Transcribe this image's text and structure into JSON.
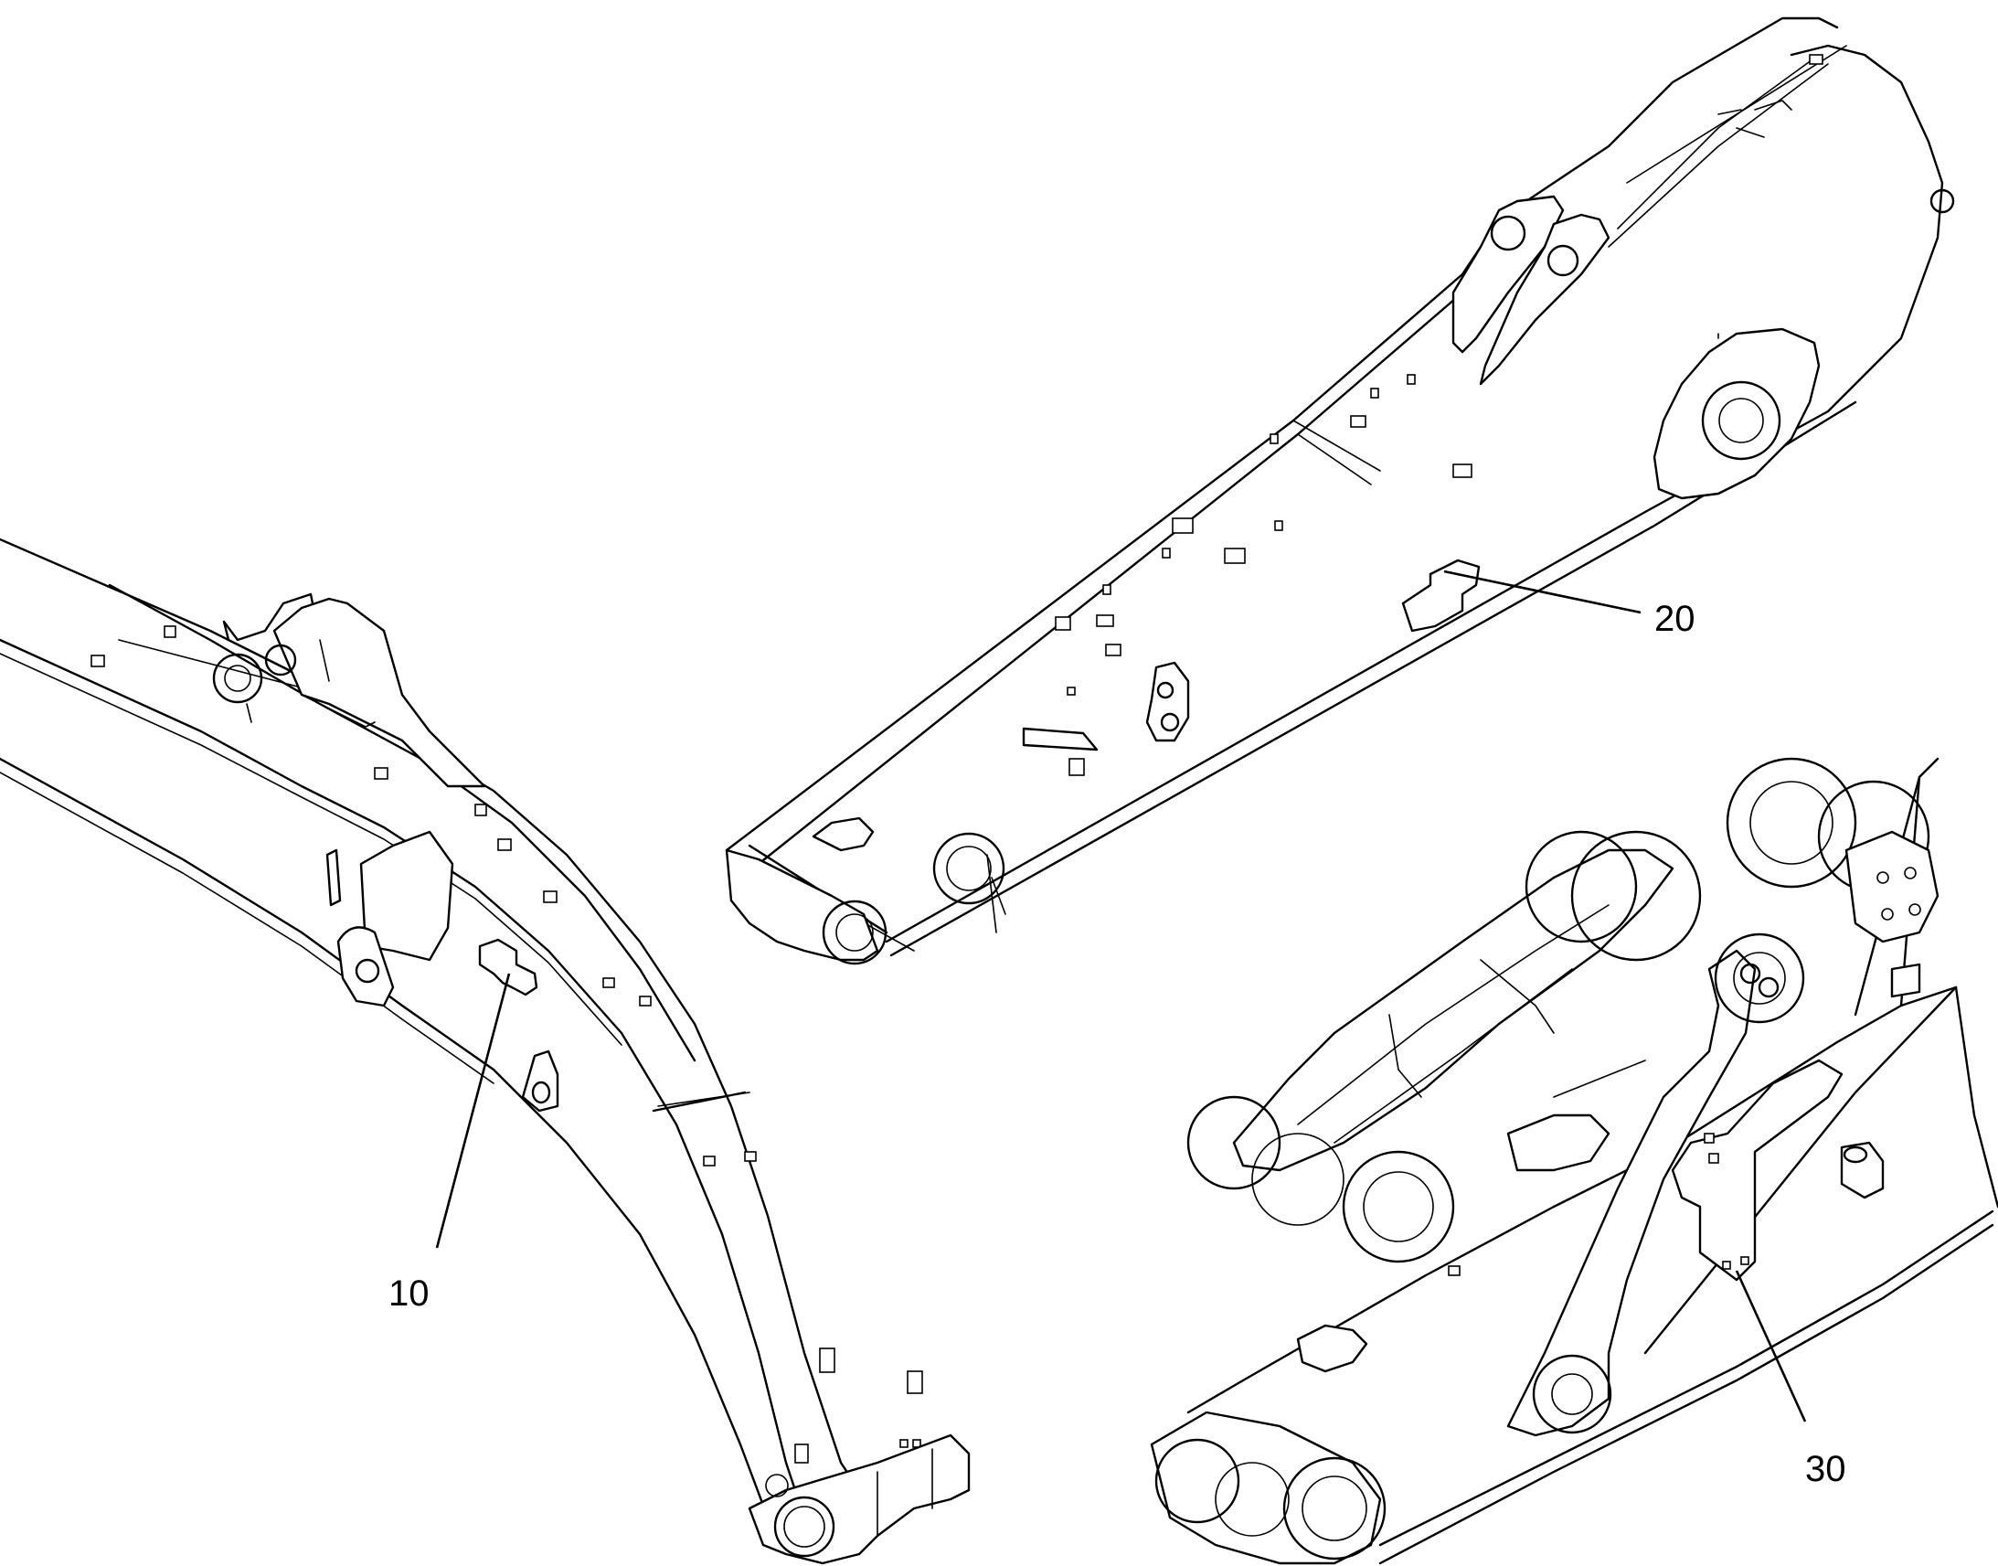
{
  "callouts": [
    {
      "label": "10"
    },
    {
      "label": "20"
    },
    {
      "label": "30"
    }
  ],
  "colors": {
    "line": "#000000",
    "background": "#ffffff"
  }
}
